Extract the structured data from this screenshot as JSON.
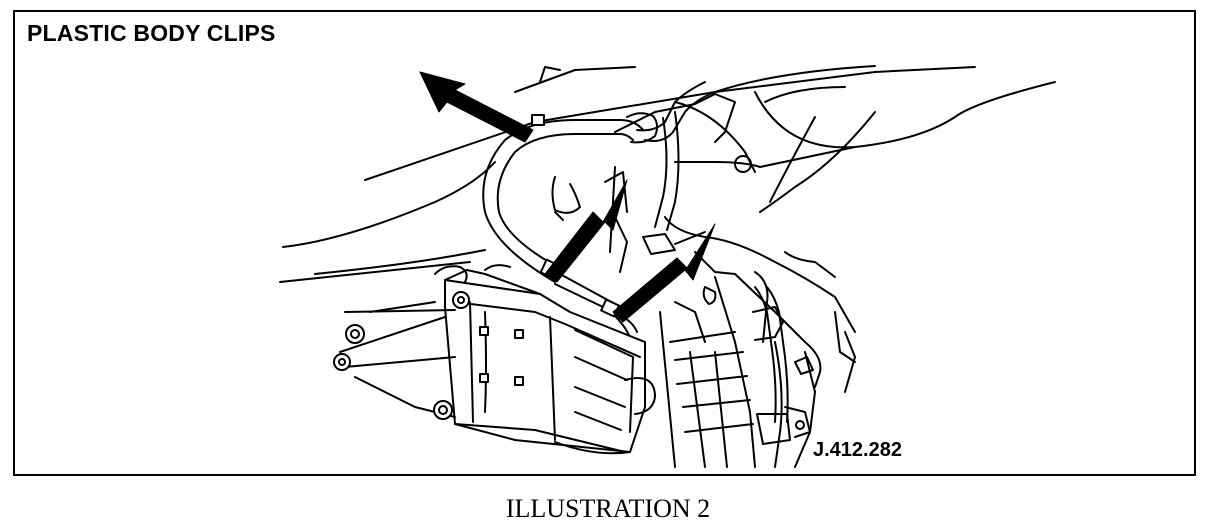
{
  "figure": {
    "title": "PLASTIC BODY CLIPS",
    "code": "J.412.282",
    "caption": "ILLUSTRATION 2"
  },
  "arrows": [
    {
      "name": "top-clip-arrow"
    },
    {
      "name": "middle-clip-arrow"
    },
    {
      "name": "lower-clip-arrow"
    }
  ]
}
